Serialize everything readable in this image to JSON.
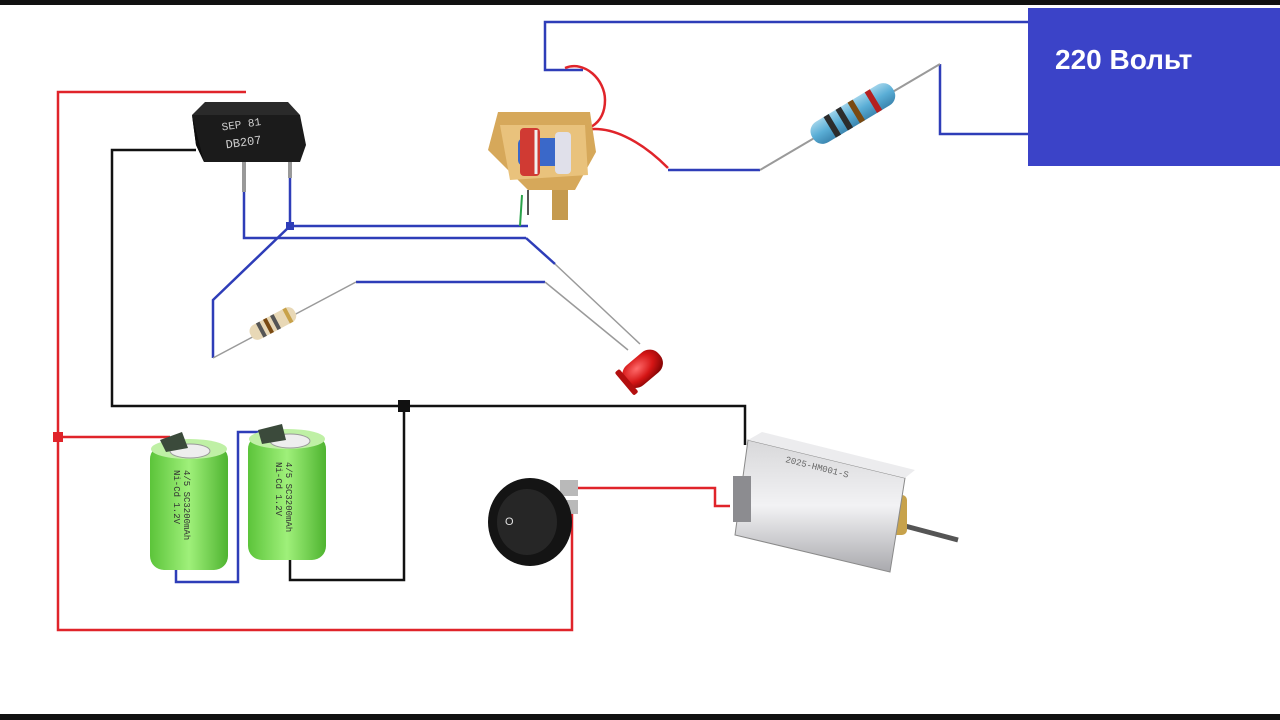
{
  "power_source": {
    "label": "220 Вольт"
  },
  "bridge": {
    "marking_line1": "SEP 81",
    "marking_line2": "DB207"
  },
  "batteries": [
    {
      "marking_line1": "Ni-Cd 1.2V",
      "marking_line2": "4/5 SC3200mAh"
    },
    {
      "marking_line1": "Ni-Cd 1.2V",
      "marking_line2": "4/5 SC3200mAh"
    }
  ],
  "motor": {
    "marking": "2025-HM001-S"
  },
  "switch": {
    "mark": "O"
  },
  "colors": {
    "positive_wire": "#e0242a",
    "negative_wire": "#111111",
    "ac_wire": "#2e3db8",
    "box": "#3b43c8",
    "battery": "#7ed957"
  },
  "icons": [
    "bridge-rectifier-icon",
    "transformer-icon",
    "resistor-icon",
    "led-icon",
    "battery-icon",
    "rocker-switch-icon",
    "dc-motor-icon"
  ]
}
